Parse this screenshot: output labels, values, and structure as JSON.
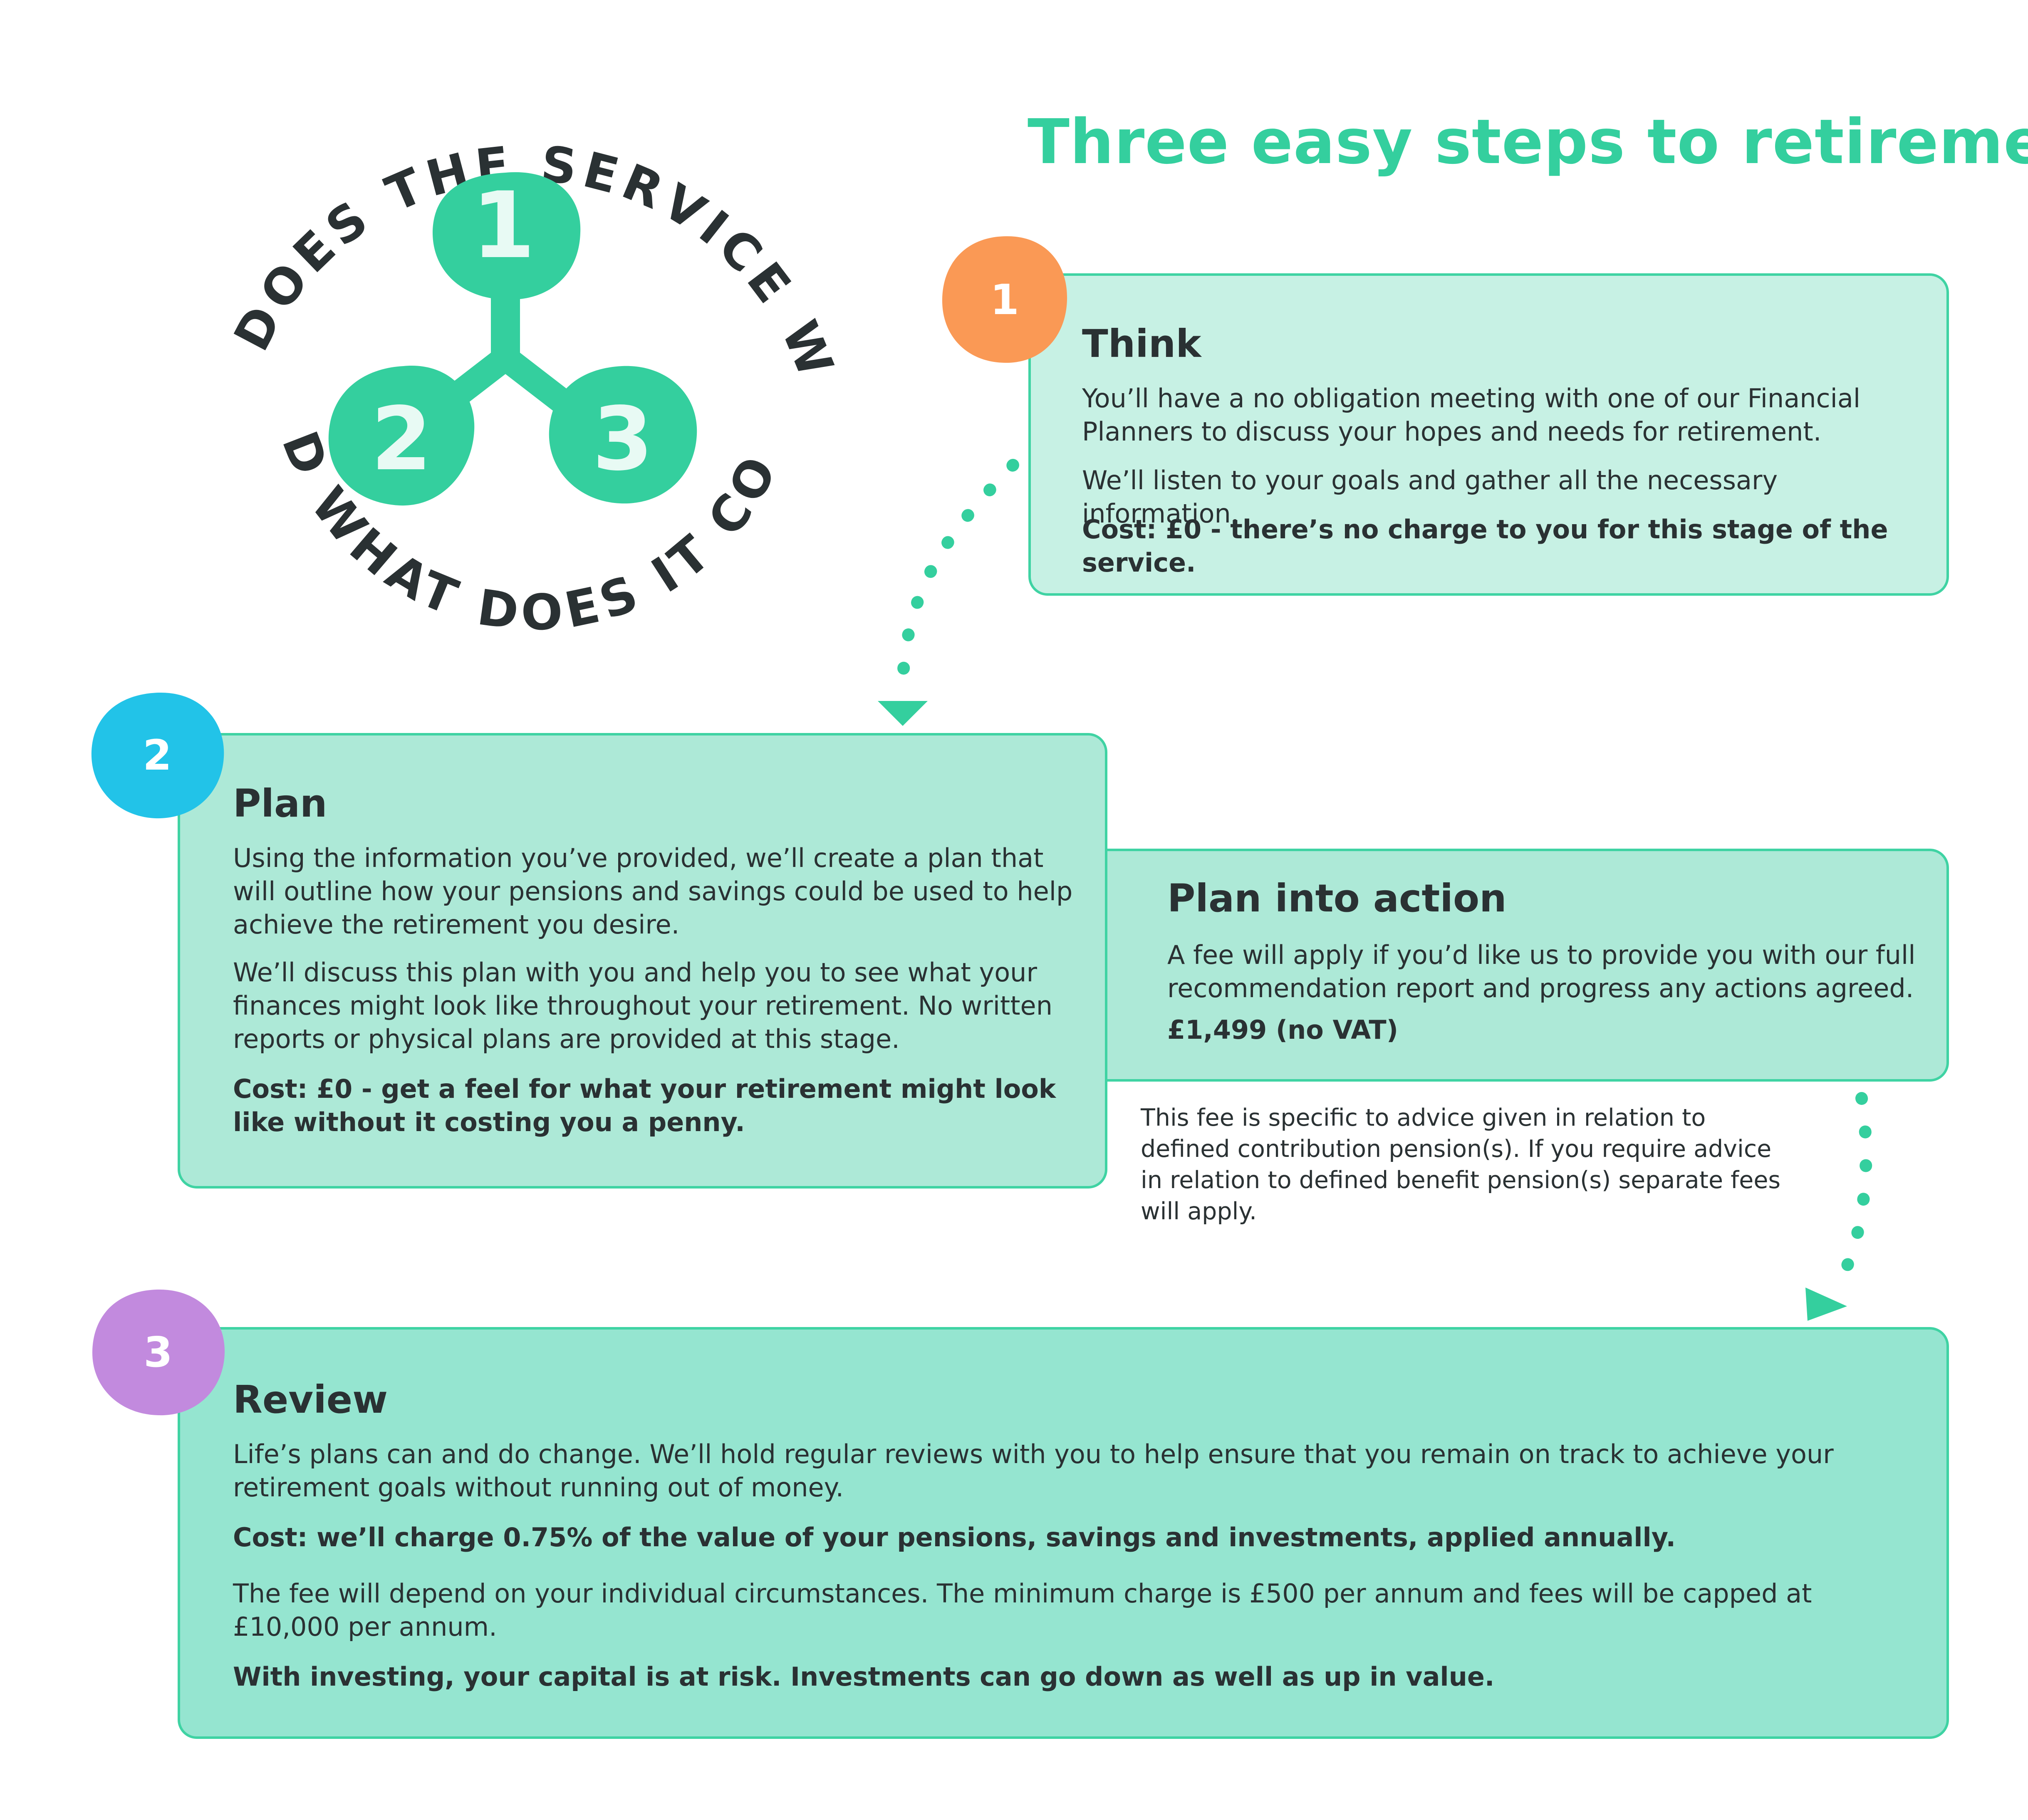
{
  "title": "Three easy steps to retirement",
  "badge": {
    "top_arc_text": "HOW DOES THE SERVICE WORK",
    "bottom_arc_text": "AND WHAT DOES IT COST?",
    "node_1": "1",
    "node_2": "2",
    "node_3": "3"
  },
  "steps": {
    "think": {
      "number": "1",
      "title": "Think",
      "p1": "You’ll have a no obligation meeting with one of our Financial Planners to discuss your hopes and needs for retirement.",
      "p2": "We’ll listen to your goals and gather all the necessary information.",
      "cost": "Cost: £0 - there’s no charge to you for this stage of the service."
    },
    "plan": {
      "number": "2",
      "title": "Plan",
      "p1": "Using the information you’ve provided, we’ll create a plan that will outline how your pensions and savings could be used to help achieve the retirement you desire.",
      "p2": "We’ll discuss this plan with you and help you to see what your finances might look like throughout your retirement. No written reports or physical plans are provided at this stage.",
      "cost": "Cost: £0 - get a feel for what your retirement might look like without it costing you a penny."
    },
    "action": {
      "title": "Plan into action",
      "p1": "A fee will apply if you’d like us to provide you with our full recommendation report and progress any actions agreed.",
      "fee": "£1,499 (no VAT)",
      "note": "This fee is specific to advice given in relation to defined contribution pension(s). If you require advice in relation to defined benefit pension(s) separate fees will apply."
    },
    "review": {
      "number": "3",
      "title": "Review",
      "p1": "Life’s plans can and do change. We’ll hold regular reviews with you to help ensure that you remain on track to achieve your retirement goals without running out of money.",
      "cost": "Cost: we’ll charge 0.75% of the value of your pensions, savings and investments, applied annually.",
      "p2": "The fee will depend on your individual circumstances. The minimum charge is £500 per annum and fees will be capped at £10,000 per annum.",
      "risk": "With investing, your capital is at risk. Investments can go down as well as up in value."
    }
  },
  "colors": {
    "accent_green": "#34cf9e",
    "step1_orange": "#fa9955",
    "step2_blue": "#22c3e8",
    "step3_purple": "#c28ade",
    "card_light": "#c7f1e4",
    "card_mid": "#ade9d7",
    "card_dark": "#95e5d0",
    "text_dark": "#2a3133"
  }
}
